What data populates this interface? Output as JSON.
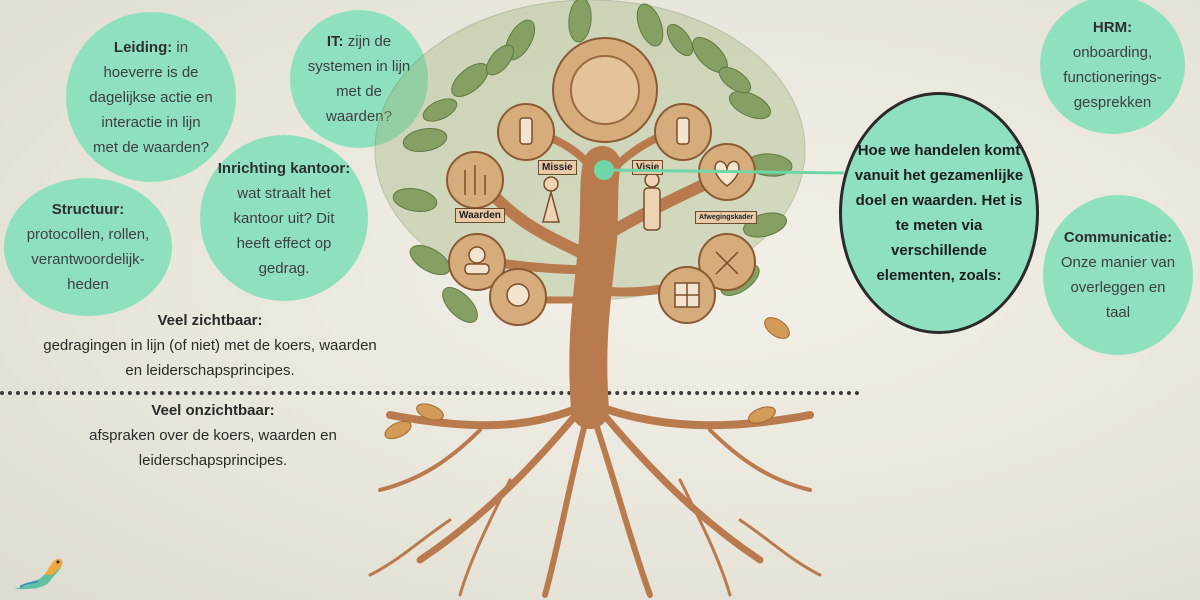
{
  "bubbles": {
    "leiding": {
      "title": "Leiding:",
      "text": "in hoeverre is de dagelijkse actie en interactie in lijn met de waarden?"
    },
    "it": {
      "title": "IT:",
      "text": "zijn de systemen in lijn met de waarden?"
    },
    "structuur": {
      "title": "Structuur:",
      "text": "protocollen, rollen, verantwoordelijk-heden"
    },
    "inrichting": {
      "title": "Inrichting kantoor:",
      "text": "wat straalt het kantoor uit? Dit heeft effect op gedrag."
    },
    "hrm": {
      "title": "HRM:",
      "text": "onboarding, functionerings-gesprekken"
    },
    "communicatie": {
      "title": "Communicatie:",
      "text": "Onze manier van overleggen en taal"
    },
    "main": {
      "text": "Hoe we handelen komt vanuit het gezamenlijke doel en waarden. Het is te meten via verschillende elementen, zoals:"
    }
  },
  "visible_section": {
    "heading": "Veel zichtbaar:",
    "text": "gedragingen in lijn (of niet) met de koers, waarden en leiderschapsprincipes."
  },
  "hidden_section": {
    "heading": "Veel onzichtbaar:",
    "text": "afspraken over de koers, waarden en leiderschapsprincipes."
  },
  "tree_labels": {
    "missie": "Missie",
    "visie": "Visie",
    "waarden": "Waarden",
    "afwegingskader": "Afwegingskader"
  },
  "colors": {
    "bubble": "#8ee0bf",
    "trunk": "#b97a4e",
    "leaf": "#7f9a5a",
    "medallion": "#d6ac7c"
  },
  "icons": [
    "person-icon",
    "heart-icon",
    "tools-icon",
    "grid-icon",
    "globe-icon",
    "chart-icon",
    "sun-medallion-icon",
    "otter-logo-icon"
  ]
}
